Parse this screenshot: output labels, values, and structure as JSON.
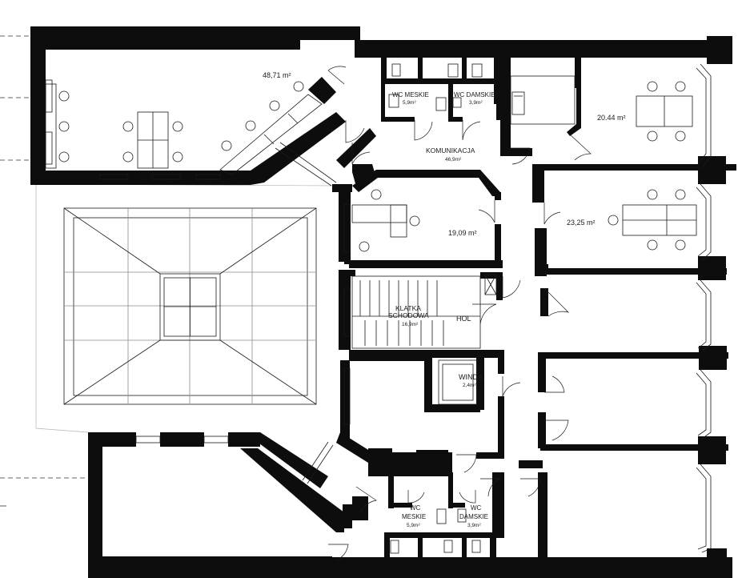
{
  "rooms": {
    "office_top_left": {
      "area": "48,71 m²"
    },
    "wc_meskie_top": {
      "name": "WC MESKIE",
      "area": "5,9m²"
    },
    "wc_damskie_top": {
      "name": "WC DAMSKIE",
      "area": "3,9m²"
    },
    "office_top_right": {
      "area": "20.44 m²"
    },
    "komunikacja": {
      "name": "KOMUNIKACJA",
      "area": "46,9m²"
    },
    "office_middle": {
      "area": "19,09 m²"
    },
    "office_right": {
      "area": "23,25 m²"
    },
    "klatka": {
      "line1": "KLATKA",
      "line2": "SCHODOWA",
      "area": "16,9m²"
    },
    "hol": {
      "name": "HOL"
    },
    "winda": {
      "name": "WINDA",
      "area": "2,4m²"
    },
    "wc_meskie_bottom": {
      "line1": "WC",
      "line2": "MESKIE",
      "area": "5,9m²"
    },
    "wc_damskie_bottom": {
      "line1": "WC",
      "line2": "DAMSKIE",
      "area": "3,9m²"
    }
  },
  "colors": {
    "wall": "#0d0d0d",
    "line": "#1a1a1a",
    "guide": "#8a8a8a",
    "background": "#ffffff"
  }
}
